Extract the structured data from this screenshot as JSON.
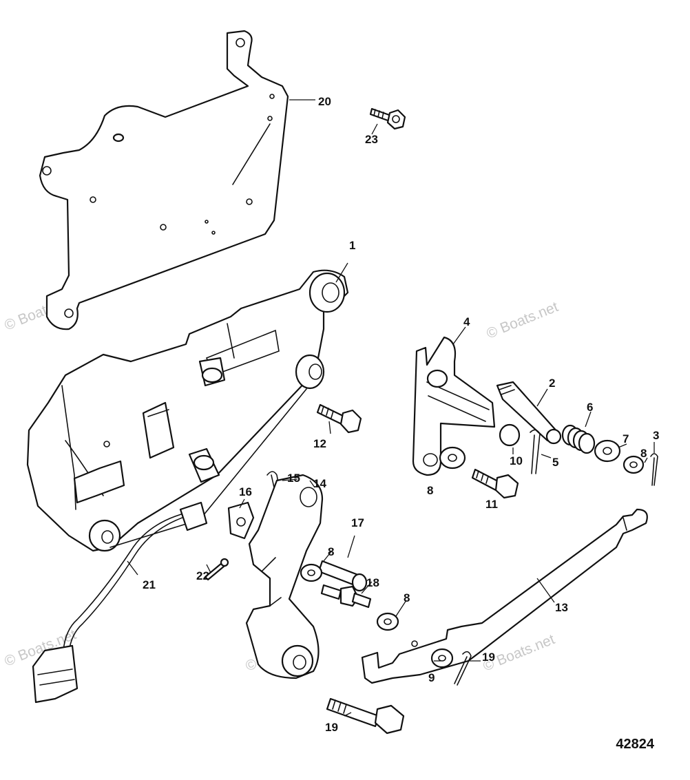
{
  "diagram": {
    "id_label": "42824",
    "watermark": "© Boats.net",
    "callouts": [
      "1",
      "2",
      "3",
      "4",
      "5",
      "6",
      "7",
      "7",
      "8",
      "8",
      "8",
      "8",
      "9",
      "10",
      "11",
      "12",
      "13",
      "14",
      "15",
      "16",
      "17",
      "18",
      "19",
      "20",
      "21",
      "22",
      "23"
    ]
  },
  "colors": {
    "line": "#111111",
    "background": "#ffffff",
    "watermark": "#c7c7c7"
  }
}
